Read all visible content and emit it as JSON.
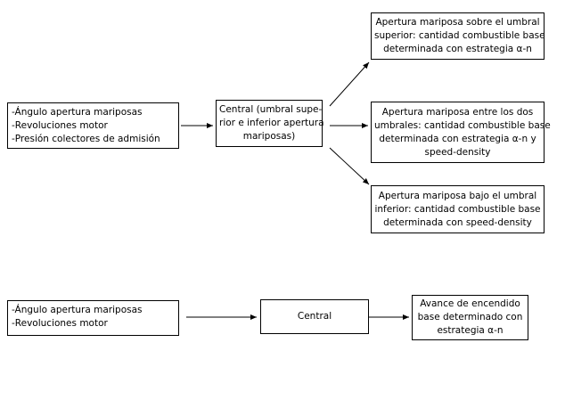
{
  "diagram1": {
    "inputs": [
      "-Ángulo apertura mariposas",
      "-Revoluciones motor",
      "-Presión colectores de admisión"
    ],
    "central": [
      "Central (umbral supe-",
      "rior e inferior apertura",
      "mariposas)"
    ],
    "out_top": [
      "Apertura mariposa sobre el umbral",
      "superior: cantidad combustible base",
      "determinada con estrategia α-n"
    ],
    "out_mid": [
      "Apertura mariposa entre los dos",
      "umbrales: cantidad combustible base",
      "determinada con estrategia α-n y",
      "speed-density"
    ],
    "out_bot": [
      "Apertura mariposa bajo el umbral",
      "inferior: cantidad combustible base",
      "determinada con speed-density"
    ]
  },
  "diagram2": {
    "inputs": [
      "-Ángulo apertura mariposas",
      "-Revoluciones motor"
    ],
    "central": [
      "Central"
    ],
    "output": [
      "Avance de encendido",
      "base determinado con",
      "estrategia α-n"
    ]
  }
}
